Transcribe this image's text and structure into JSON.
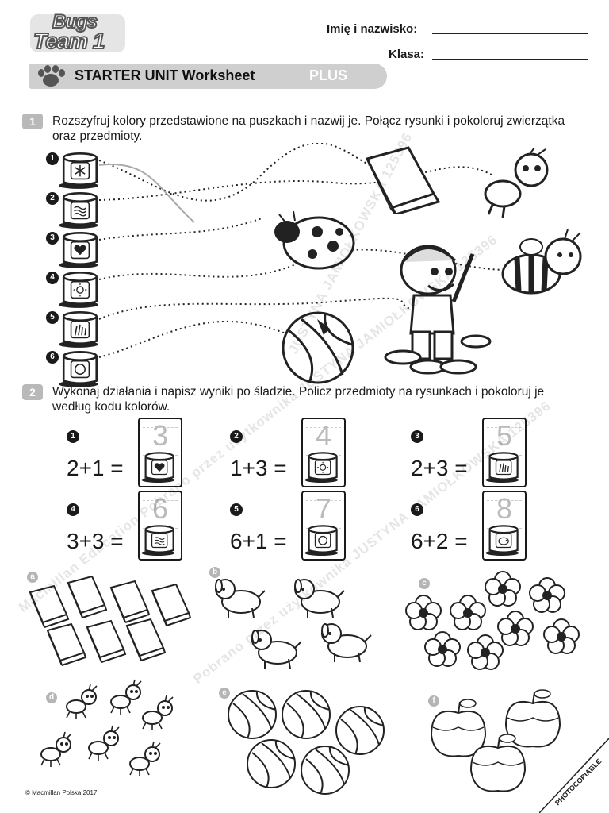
{
  "logo": {
    "line1": "Bugs",
    "line2": "Team 1"
  },
  "header": {
    "name_label": "Imię i nazwisko:",
    "class_label": "Klasa:"
  },
  "banner": {
    "title": "STARTER UNIT Worksheet",
    "plus": "PLUS"
  },
  "exercise1": {
    "number": "1",
    "instruction": "Rozszyfruj kolory przedstawione na puszkach i nazwij je. Połącz rysunki i pokoloruj zwierzątka oraz przedmioty.",
    "cans": [
      {
        "num": "1",
        "icon": "snowflake-icon"
      },
      {
        "num": "2",
        "icon": "waves-icon"
      },
      {
        "num": "3",
        "icon": "heart-icon"
      },
      {
        "num": "4",
        "icon": "sun-icon"
      },
      {
        "num": "5",
        "icon": "grass-icon"
      },
      {
        "num": "6",
        "icon": "orange-icon"
      }
    ],
    "pictures": [
      "book-icon",
      "ant-icon",
      "ladybird-icon",
      "bee-icon",
      "boy-mascot-icon",
      "ball-icon"
    ]
  },
  "exercise2": {
    "number": "2",
    "instruction": "Wykonaj działania i napisz wyniki po śladzie. Policz przedmioty na rysunkach i pokoloruj je według kodu kolorów.",
    "sums": [
      {
        "num": "1",
        "expr": "2+1 =",
        "answer": "3",
        "can_icon": "heart-icon"
      },
      {
        "num": "2",
        "expr": "1+3 =",
        "answer": "4",
        "can_icon": "sun-icon"
      },
      {
        "num": "3",
        "expr": "2+3 =",
        "answer": "5",
        "can_icon": "grass-icon"
      },
      {
        "num": "4",
        "expr": "3+3 =",
        "answer": "6",
        "can_icon": "waves-icon"
      },
      {
        "num": "5",
        "expr": "6+1 =",
        "answer": "7",
        "can_icon": "orange-icon"
      },
      {
        "num": "6",
        "expr": "6+2 =",
        "answer": "8",
        "can_icon": "pig-icon"
      }
    ],
    "groups": [
      {
        "label": "a",
        "item": "book-icon",
        "count": 7
      },
      {
        "label": "b",
        "item": "puppy-icon",
        "count": 4
      },
      {
        "label": "c",
        "item": "flower-icon",
        "count": 8
      },
      {
        "label": "d",
        "item": "ant-icon",
        "count": 6
      },
      {
        "label": "e",
        "item": "ball-icon",
        "count": 5
      },
      {
        "label": "f",
        "item": "apple-icon",
        "count": 3
      }
    ]
  },
  "footer": {
    "copyright": "© Macmillan Polska 2017",
    "photocopiable": "PHOTOCOPIABLE"
  },
  "watermarks": [
    "Macmillan Education Pobrano przez użytkownika JUSTYNA JAMIOŁKOWSKA 125396",
    "JUSTYNA JAMIOŁKOWSKA 125396",
    "Pobrano przez użytkownika JUSTYNA JAMIOŁKOWSKA 125396"
  ]
}
